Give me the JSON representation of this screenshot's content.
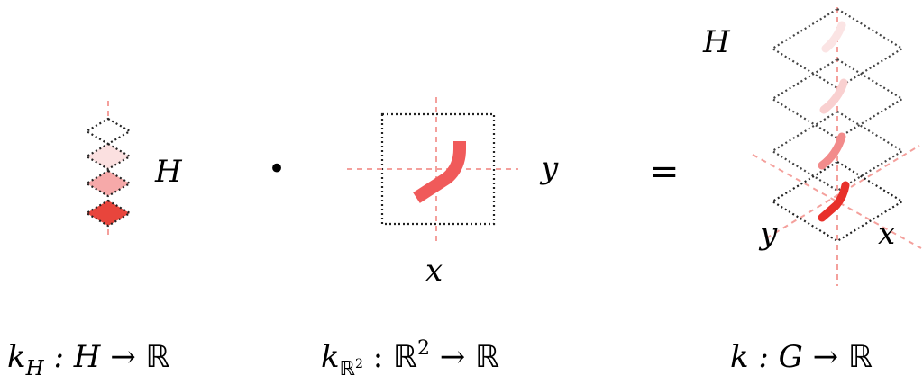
{
  "colors": {
    "accent": "#e8453c",
    "accent_mid": "#f07a78",
    "accent_light": "#f6b2b2",
    "accent_faint": "#fbe0e0",
    "axis_dash": "#f4a09c",
    "outline": "#222222"
  },
  "left": {
    "symbol": "H",
    "caption": {
      "main": "k",
      "sub": "H",
      "rest": " : H → ",
      "bb": "ℝ"
    }
  },
  "operator_dot": "•",
  "middle": {
    "axis_x": "x",
    "axis_y": "y",
    "caption": {
      "main": "k",
      "sub": "ℝ",
      "subsup": "2",
      "sep": " : ",
      "bb1": "ℝ",
      "sup": "2",
      "arrow": " → ",
      "bb2": "ℝ"
    }
  },
  "equals": "=",
  "right": {
    "symbol": "H",
    "axis_x": "x",
    "axis_y": "y",
    "caption": {
      "main": "k : G → ",
      "bb": "ℝ"
    }
  }
}
